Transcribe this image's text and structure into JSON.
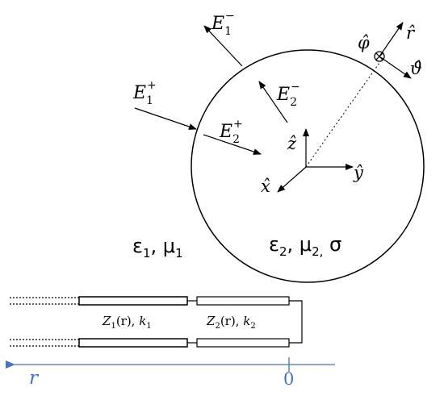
{
  "waves": {
    "e1_minus": {
      "base": "E",
      "sub": "1",
      "sup": "−"
    },
    "e1_plus": {
      "base": "E",
      "sub": "1",
      "sup": "+"
    },
    "e2_minus": {
      "base": "E",
      "sub": "2",
      "sup": "−"
    },
    "e2_plus": {
      "base": "E",
      "sub": "2",
      "sup": "+"
    }
  },
  "axes": {
    "z": "ẑ",
    "x": "x̂",
    "y": "ŷ",
    "r": "r̂",
    "phi": "φ̂",
    "theta": "ϑ̂"
  },
  "media": {
    "outer": {
      "eps": "ε",
      "eps_sub": "1",
      "sep": ", ",
      "mu": "μ",
      "mu_sub": "1"
    },
    "inner": {
      "eps": "ε",
      "eps_sub": "2",
      "sep": ", ",
      "mu": "μ",
      "mu_sub": "2,",
      "sigma": " σ"
    }
  },
  "line": {
    "z1": {
      "name": "Z",
      "sub": "1",
      "arg": "(r), ",
      "k": "k",
      "ksub": "1"
    },
    "z2": {
      "name": "Z",
      "sub": "2",
      "arg": "(r), ",
      "k": "k",
      "ksub": "2"
    }
  },
  "radial_axis": {
    "label": "r",
    "origin": "0",
    "color": "#4472c4"
  }
}
